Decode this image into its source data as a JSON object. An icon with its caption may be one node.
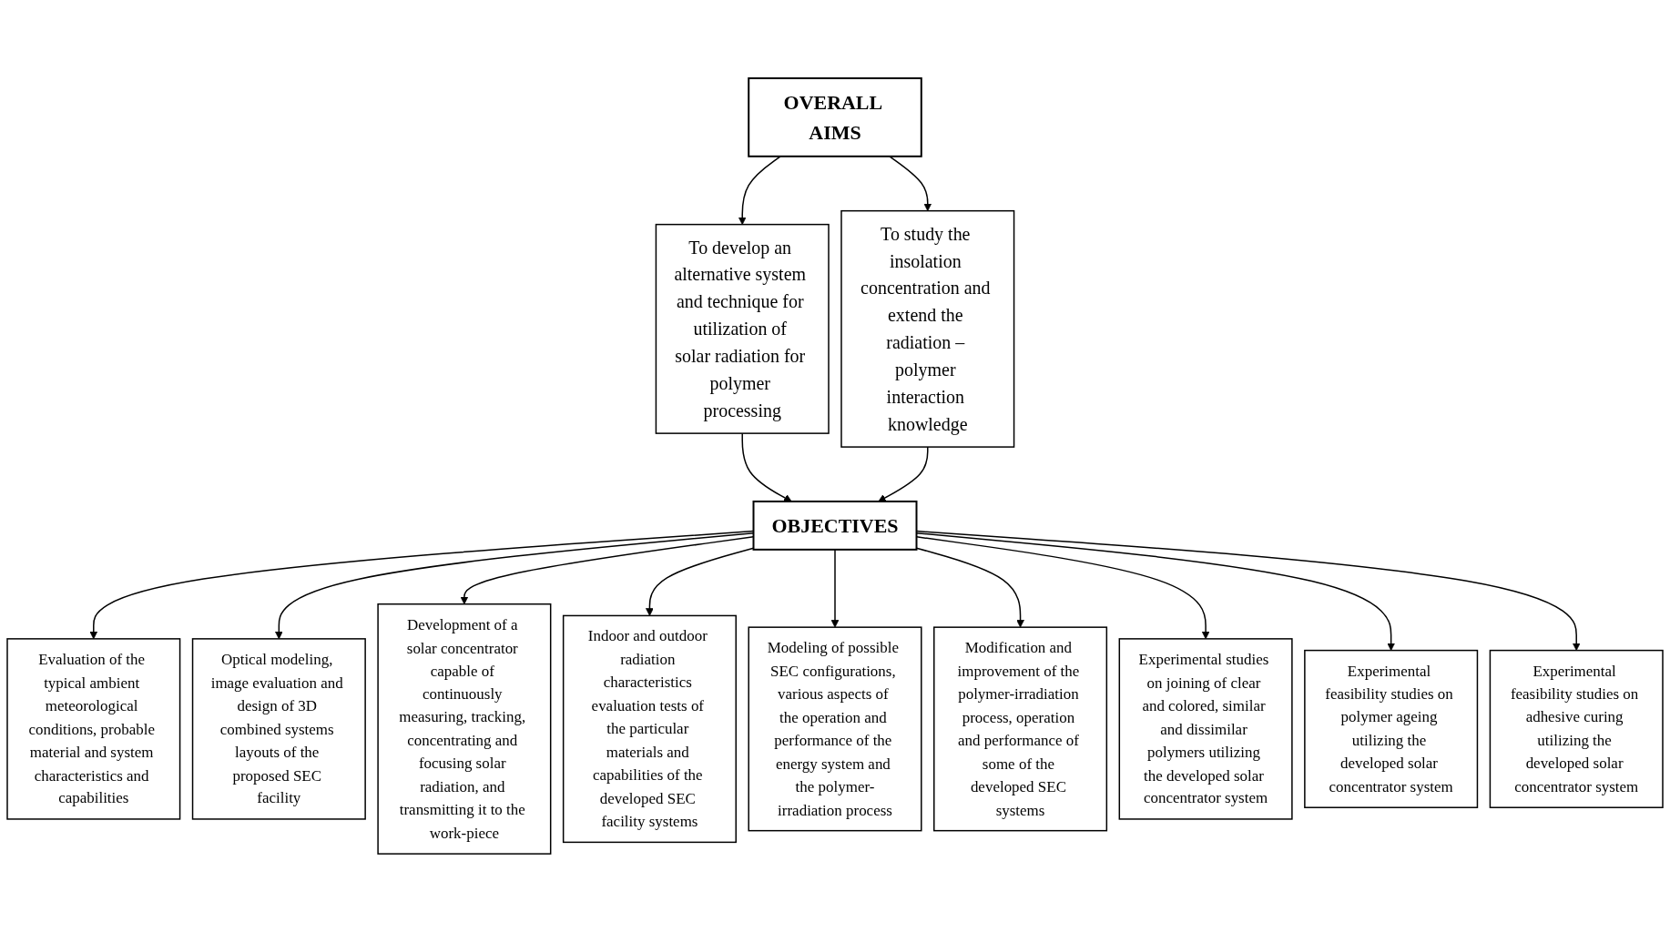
{
  "diagram": {
    "nodes": [
      {
        "text": [
          "OVERALL AIMS"
        ]
      },
      {
        "text": [
          "To develop an alternative system and technique for utilization of solar radiation for polymer processing"
        ]
      },
      {
        "text": [
          "To study the insolation concentration and extend the radiation – polymer interaction knowledge"
        ]
      },
      {
        "text": [
          "OBJECTIVES"
        ]
      },
      {
        "text": [
          "Evaluation of the typical ambient meteorological conditions, probable material and system characteristics and capabilities"
        ]
      },
      {
        "text": [
          "Optical modeling, image evaluation and design of 3D combined systems layouts of the proposed SEC facility"
        ]
      },
      {
        "text": [
          "Development of a solar concentrator capable of continuously measuring, tracking, concentrating and focusing solar radiation, and transmitting it to the work-piece"
        ]
      },
      {
        "text": [
          "Indoor and outdoor radiation characteristics evaluation tests of the particular materials and capabilities of the developed SEC facility systems"
        ]
      },
      {
        "text": [
          "Modeling of possible SEC configurations, various aspects of the operation and performance of the energy system and the polymer-irradiation process"
        ]
      },
      {
        "text": [
          "Modification and improvement of the polymer-irradiation process, operation and performance of some of the developed SEC systems"
        ]
      },
      {
        "text": [
          "Experimental studies on joining of clear and colored, similar and dissimilar polymers utilizing the developed solar concentrator system"
        ]
      },
      {
        "text": [
          "Experimental feasibility studies on polymer ageing utilizing the developed solar concentrator system"
        ]
      },
      {
        "text": [
          "Experimental feasibility studies on adhesive curing utilizing the developed solar concentrator system"
        ]
      }
    ],
    "edges": [
      {
        "from": 0,
        "to": 1,
        "arrow": "to"
      },
      {
        "from": 0,
        "to": 2,
        "arrow": "to"
      },
      {
        "from": 1,
        "to": 3,
        "arrow": "to"
      },
      {
        "from": 2,
        "to": 3,
        "arrow": "to"
      },
      {
        "from": 3,
        "to": 4,
        "arrow": "to"
      },
      {
        "from": 3,
        "to": 5,
        "arrow": "to"
      },
      {
        "from": 3,
        "to": 6,
        "arrow": "to"
      },
      {
        "from": 3,
        "to": 7,
        "arrow": "to"
      },
      {
        "from": 3,
        "to": 8,
        "arrow": "to"
      },
      {
        "from": 3,
        "to": 9,
        "arrow": "to"
      },
      {
        "from": 3,
        "to": 10,
        "arrow": "to"
      },
      {
        "from": 3,
        "to": 11,
        "arrow": "to"
      },
      {
        "from": 3,
        "to": 12,
        "arrow": "to"
      }
    ]
  }
}
